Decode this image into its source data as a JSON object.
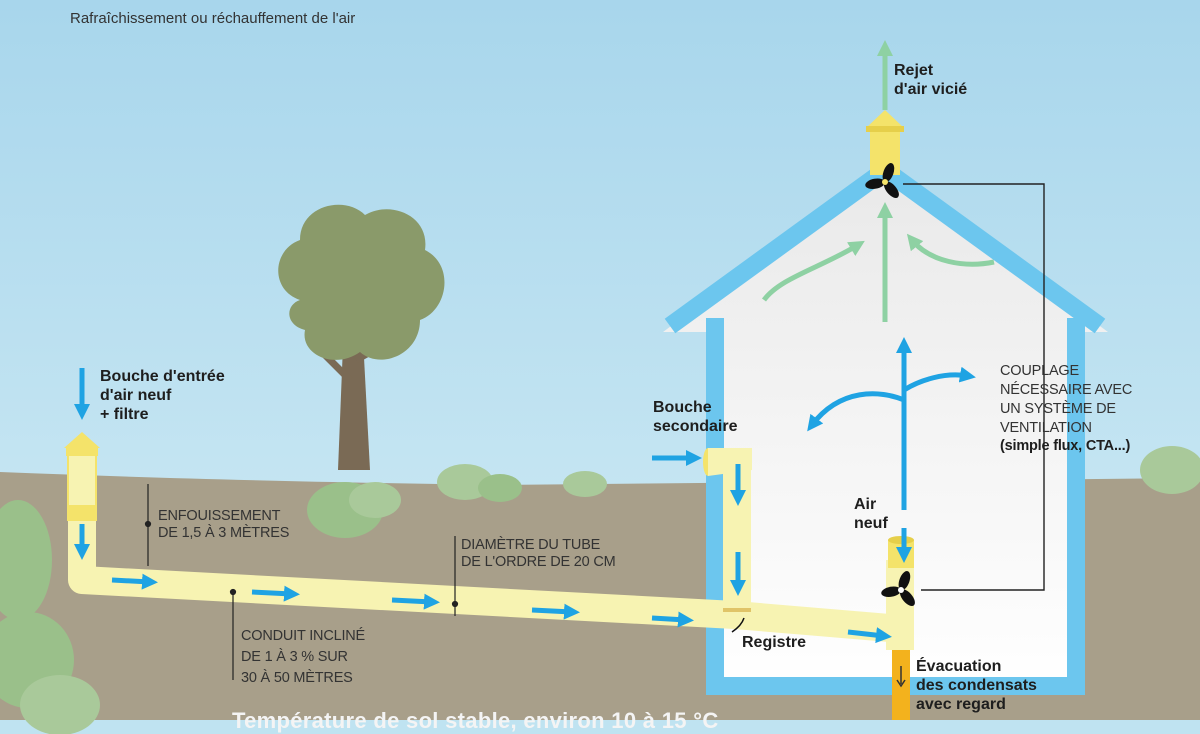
{
  "subtitle": "Rafraîchissement ou réchauffement de l'air",
  "labels": {
    "intake": [
      "Bouche d'entrée",
      "d'air neuf",
      "+ filtre"
    ],
    "burial": [
      "ENFOUISSEMENT",
      "DE 1,5 À 3 MÈTRES"
    ],
    "diameter": [
      "DIAMÈTRE DU TUBE",
      "DE L'ORDRE DE 20 CM"
    ],
    "slope": [
      "CONDUIT INCLINÉ",
      "DE 1 À 3 % SUR",
      "30 À 50 MÈTRES"
    ],
    "secondary": [
      "Bouche",
      "secondaire"
    ],
    "register": "Registre",
    "fresh_air": [
      "Air",
      "neuf"
    ],
    "exhaust": [
      "Rejet",
      "d'air vicié"
    ],
    "coupling": [
      "COUPLAGE",
      "NÉCESSAIRE AVEC",
      "UN SYSTÈME DE",
      "VENTILATION",
      "(simple flux, CTA...)"
    ],
    "condensate": [
      "Évacuation",
      "des condensats",
      "avec regard"
    ]
  },
  "footer_partial": "Température de sol stable, environ 10 à 15 °C",
  "colors": {
    "sky": "#bfe3f1",
    "ground": "#a89f8a",
    "pipe": "#f7f3b2",
    "pipe_yellow": "#f4e36a",
    "house_wall": "#6cc6ee",
    "arrow_blue": "#1fa3e3",
    "arrow_green": "#8ed1a3",
    "tree_leaves": "#8a9a6a",
    "trunk": "#7a6a55",
    "bush": "#9ac08a",
    "condensate": "#f3b21d"
  }
}
